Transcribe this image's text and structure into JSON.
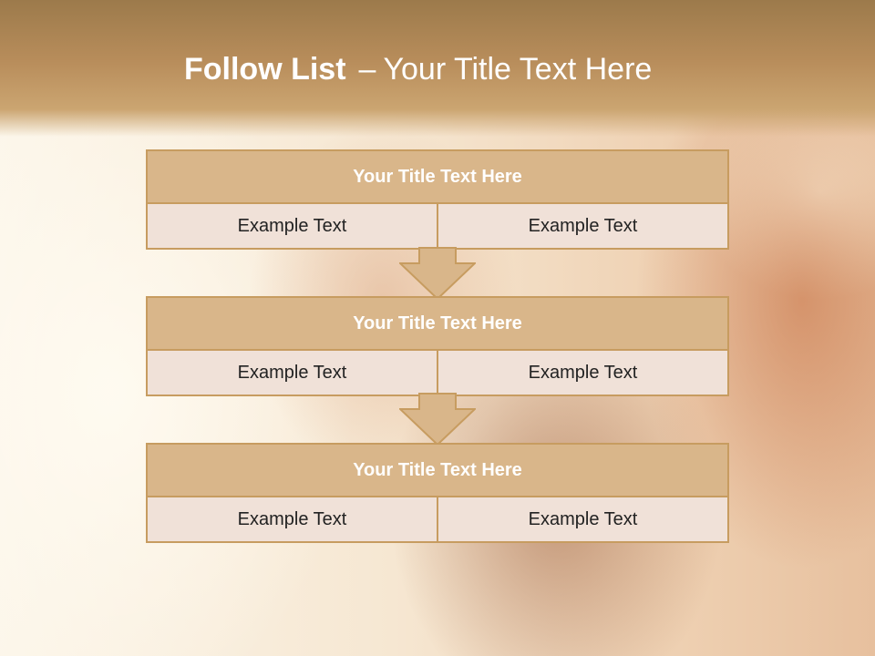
{
  "slide": {
    "title_bold": "Follow List",
    "title_separator": "–",
    "title_rest": "Your Title Text Here"
  },
  "blocks": [
    {
      "title": "Your Title Text Here",
      "left_text": "Example Text",
      "right_text": "Example Text"
    },
    {
      "title": "Your Title Text Here",
      "left_text": "Example Text",
      "right_text": "Example Text"
    },
    {
      "title": "Your Title Text Here",
      "left_text": "Example Text",
      "right_text": "Example Text"
    }
  ],
  "colors": {
    "header": "#b88d5b",
    "block_head": "#d9b68a",
    "block_row": "#f0e1d8",
    "border": "#c79c60",
    "arrow_fill": "#d9b68a"
  },
  "icons": [
    "down-arrow-icon",
    "down-arrow-icon"
  ]
}
